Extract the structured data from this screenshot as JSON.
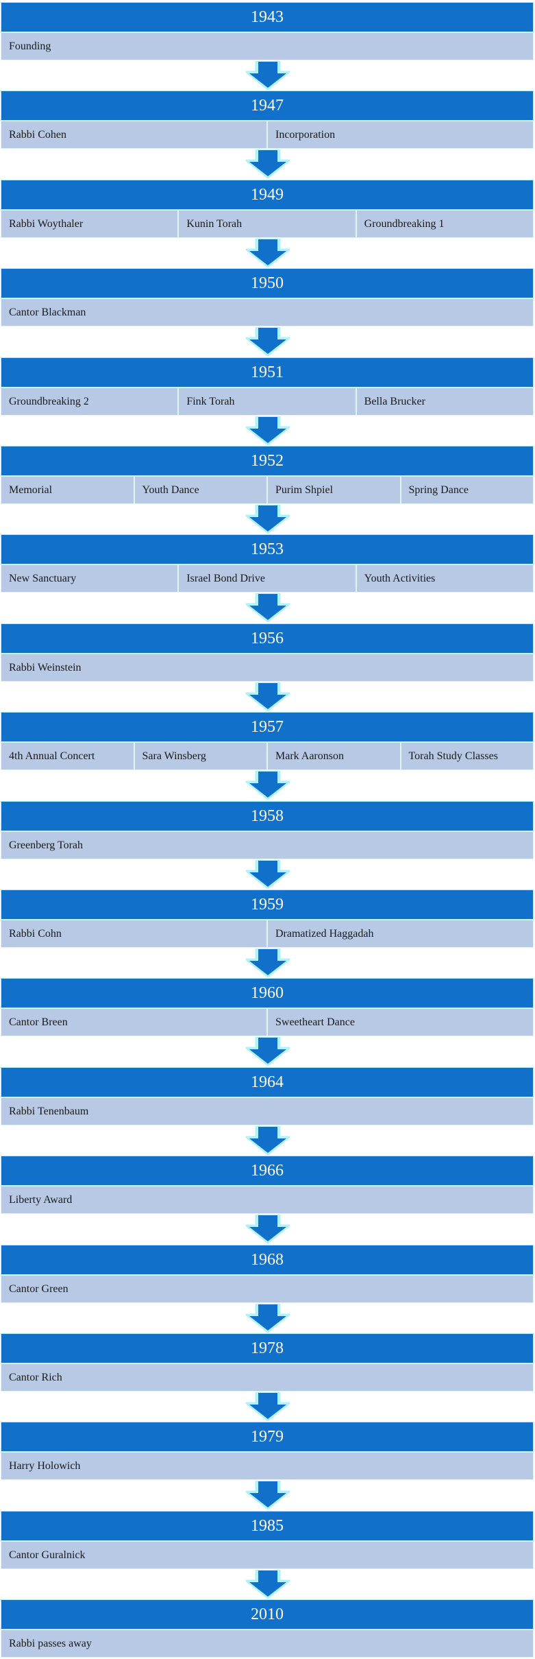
{
  "colors": {
    "year_bar": "#1170c9",
    "year_text": "#ffffff",
    "event_bg": "#b7c9e5",
    "event_border": "#dff4fb",
    "arrow_fill": "#1170c9",
    "arrow_glow": "#aef3fb"
  },
  "timeline": [
    {
      "year": "1943",
      "events": [
        "Founding"
      ]
    },
    {
      "year": "1947",
      "events": [
        "Rabbi Cohen",
        "Incorporation"
      ]
    },
    {
      "year": "1949",
      "events": [
        "Rabbi Woythaler",
        "Kunin Torah",
        "Groundbreaking 1"
      ]
    },
    {
      "year": "1950",
      "events": [
        "Cantor Blackman"
      ]
    },
    {
      "year": "1951",
      "events": [
        "Groundbreaking 2",
        "Fink Torah",
        "Bella Brucker"
      ]
    },
    {
      "year": "1952",
      "events": [
        "Memorial",
        "Youth Dance",
        "Purim Shpiel",
        "Spring Dance"
      ]
    },
    {
      "year": "1953",
      "events": [
        "New Sanctuary",
        "Israel Bond Drive",
        "Youth Activities"
      ]
    },
    {
      "year": "1956",
      "events": [
        "Rabbi Weinstein"
      ]
    },
    {
      "year": "1957",
      "events": [
        "4th Annual Concert",
        "Sara Winsberg",
        "Mark Aaronson",
        "Torah Study Classes"
      ]
    },
    {
      "year": "1958",
      "events": [
        "Greenberg Torah"
      ]
    },
    {
      "year": "1959",
      "events": [
        "Rabbi Cohn",
        "Dramatized Haggadah"
      ]
    },
    {
      "year": "1960",
      "events": [
        "Cantor Breen",
        "Sweetheart Dance"
      ]
    },
    {
      "year": "1964",
      "events": [
        "Rabbi Tenenbaum"
      ]
    },
    {
      "year": "1966",
      "events": [
        "Liberty Award"
      ]
    },
    {
      "year": "1968",
      "events": [
        "Cantor Green"
      ]
    },
    {
      "year": "1978",
      "events": [
        "Cantor Rich"
      ]
    },
    {
      "year": "1979",
      "events": [
        "Harry Holowich"
      ]
    },
    {
      "year": "1985",
      "events": [
        "Cantor Guralnick"
      ]
    },
    {
      "year": "2010",
      "events": [
        "Rabbi passes away"
      ]
    }
  ]
}
